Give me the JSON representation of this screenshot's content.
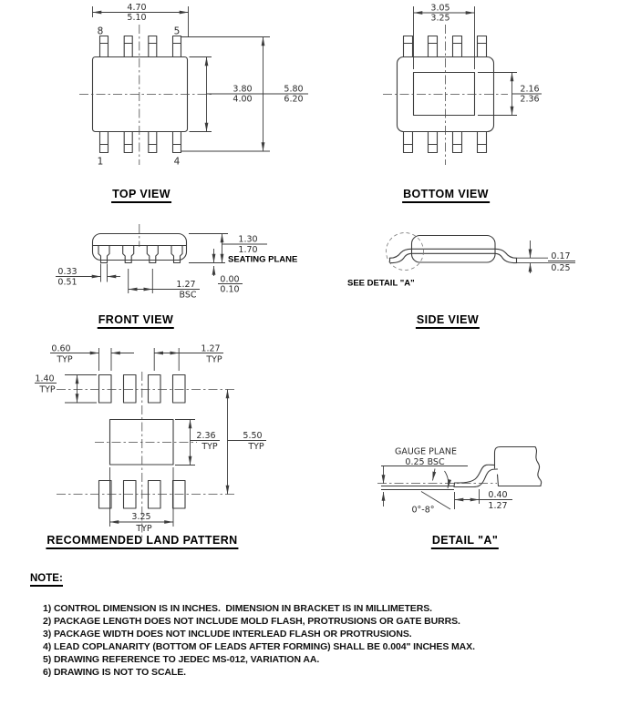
{
  "views": {
    "top_view": {
      "title": "TOP VIEW",
      "pin8": "8",
      "pin5": "5",
      "pin1": "1",
      "pin4": "4",
      "body_width_min": "4.70",
      "body_width_max": "5.10",
      "body_height_min": "3.80",
      "body_height_max": "4.00",
      "lead_span_min": "5.80",
      "lead_span_max": "6.20"
    },
    "bottom_view": {
      "title": "BOTTOM VIEW",
      "pad_width_min": "3.05",
      "pad_width_max": "3.25",
      "pad_height_min": "2.16",
      "pad_height_max": "2.36"
    },
    "front_view": {
      "title": "FRONT VIEW",
      "height_min": "1.30",
      "height_max": "1.70",
      "seating_plane_label": "SEATING PLANE",
      "standoff_min": "0.00",
      "standoff_max": "0.10",
      "lead_width_min": "0.33",
      "lead_width_max": "0.51",
      "lead_pitch": "1.27",
      "lead_pitch_qualifier": "BSC"
    },
    "side_view": {
      "title": "SIDE VIEW",
      "see_detail_label": "SEE DETAIL \"A\"",
      "lead_thickness_min": "0.17",
      "lead_thickness_max": "0.25"
    },
    "land_pattern": {
      "title": "RECOMMENDED LAND PATTERN",
      "pad_width": "0.60",
      "pad_pitch": "1.27",
      "pad_height": "1.40",
      "center_pad_height": "2.36",
      "row_span": "5.50",
      "center_pad_width": "3.25",
      "typ_label": "TYP"
    },
    "detail_a": {
      "title": "DETAIL \"A\"",
      "gauge_plane_label": "GAUGE PLANE",
      "gauge_plane_offset": "0.25 BSC",
      "foot_angle": "0°-8°",
      "foot_length_min": "0.40",
      "foot_length_max": "1.27"
    }
  },
  "notes": {
    "heading": "NOTE:",
    "items": [
      "1) CONTROL DIMENSION IS IN INCHES.  DIMENSION IN BRACKET IS IN MILLIMETERS.",
      "2) PACKAGE LENGTH DOES NOT INCLUDE MOLD FLASH, PROTRUSIONS OR GATE BURRS.",
      "3) PACKAGE WIDTH DOES NOT INCLUDE INTERLEAD FLASH OR PROTRUSIONS.",
      "4) LEAD COPLANARITY (BOTTOM OF LEADS AFTER FORMING) SHALL BE 0.004\" INCHES MAX.",
      "5) DRAWING REFERENCE TO JEDEC MS-012, VARIATION AA.",
      "6) DRAWING IS NOT TO SCALE."
    ]
  }
}
